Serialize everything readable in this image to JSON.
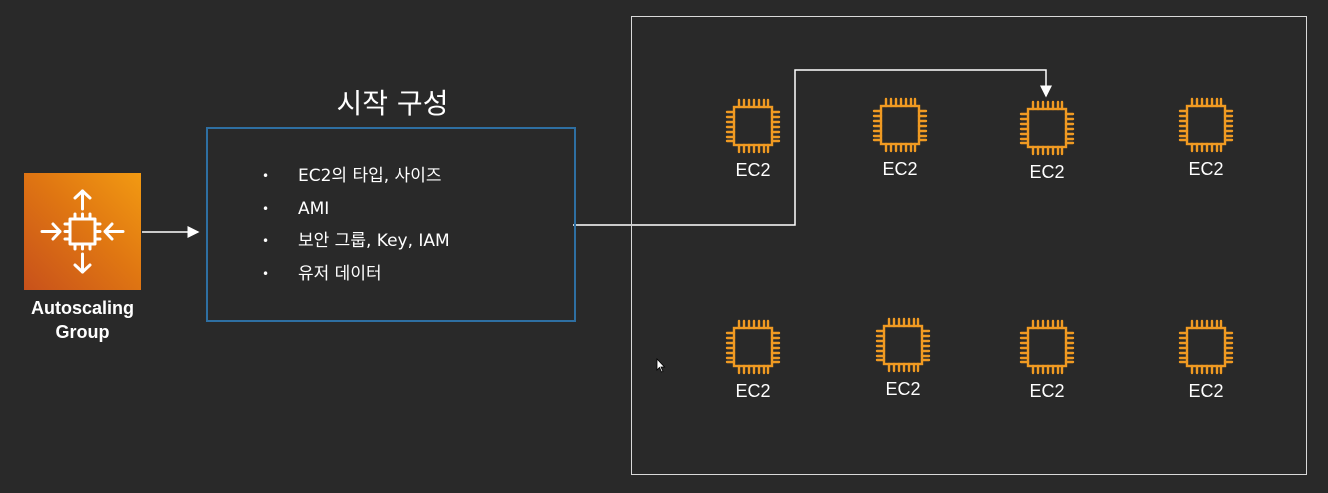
{
  "autoscaling": {
    "label_line1": "Autoscaling",
    "label_line2": "Group",
    "icon": "autoscaling-group-icon",
    "accent": "#e07712"
  },
  "launch_config": {
    "title": "시작 구성",
    "items": [
      "EC2의 타입, 사이즈",
      "AMI",
      "보안 그룹, Key, IAM",
      "유저 데이터"
    ],
    "bullet": "•",
    "border_color": "#2e6fa2"
  },
  "instances": [
    {
      "label": "EC2"
    },
    {
      "label": "EC2"
    },
    {
      "label": "EC2"
    },
    {
      "label": "EC2"
    },
    {
      "label": "EC2"
    },
    {
      "label": "EC2"
    },
    {
      "label": "EC2"
    },
    {
      "label": "EC2"
    }
  ],
  "colors": {
    "background": "#292929",
    "ec2_icon": "#f09a22",
    "line": "#ffffff",
    "region_border": "#d9d9d9"
  }
}
